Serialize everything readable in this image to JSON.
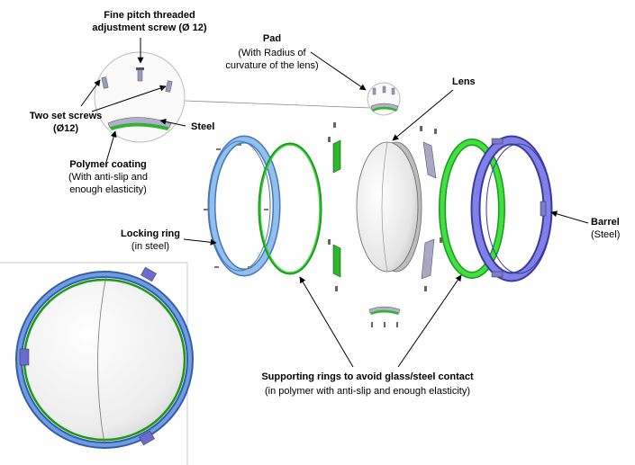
{
  "labels": {
    "screw_title_1": "Fine pitch threaded",
    "screw_title_2": "adjustment screw (Ø 12)",
    "set_screws_1": "Two set screws",
    "set_screws_2": "(Ø12)",
    "steel": "Steel",
    "polymer_title": "Polymer coating",
    "polymer_sub_1": "(With anti-slip and",
    "polymer_sub_2": "enough elasticity)",
    "pad_title": "Pad",
    "pad_sub_1": "(With Radius of",
    "pad_sub_2": "curvature of the lens)",
    "lens": "Lens",
    "locking_title": "Locking ring",
    "locking_sub": "(in steel)",
    "barrel_title": "Barrel",
    "barrel_sub": "(Steel)",
    "supporting_title": "Supporting rings to avoid glass/steel contact",
    "supporting_sub": "(in polymer with anti-slip and enough elasticity)"
  },
  "colors": {
    "locking_ring": "#7FB2E8",
    "support_ring": "#2FC42F",
    "barrel": "#6A6AE0",
    "lens": "#E4E4E4",
    "pad_gray": "#B0B0C8",
    "line": "#000000"
  }
}
